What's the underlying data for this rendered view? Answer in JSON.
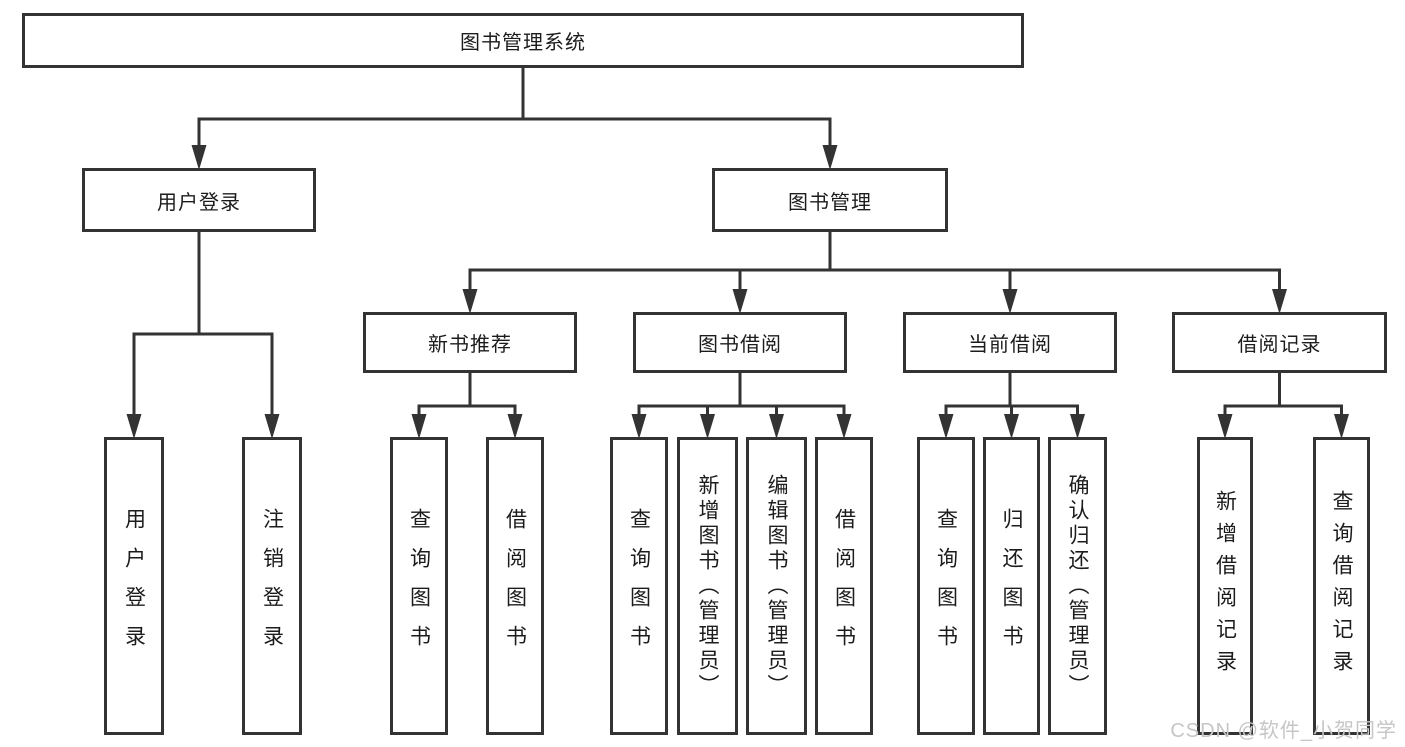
{
  "diagram": {
    "root_label": "图书管理系统",
    "branches": [
      {
        "label": "用户登录",
        "leaves": [
          "用户登录",
          "注销登录"
        ]
      },
      {
        "label": "图书管理",
        "modules": [
          {
            "label": "新书推荐",
            "leaves": [
              "查询图书",
              "借阅图书"
            ]
          },
          {
            "label": "图书借阅",
            "leaves": [
              "查询图书",
              "新增图书（管理员）",
              "编辑图书（管理员）",
              "借阅图书"
            ]
          },
          {
            "label": "当前借阅",
            "leaves": [
              "查询图书",
              "归还图书",
              "确认归还（管理员）"
            ]
          },
          {
            "label": "借阅记录",
            "leaves": [
              "新增借阅记录",
              "查询借阅记录"
            ]
          }
        ]
      }
    ]
  },
  "watermark": {
    "text": "CSDN @软件_小贺同学"
  },
  "colors": {
    "line": "#333333",
    "text": "#1c1c1c",
    "watermark": "#c6c6c6",
    "background": "#ffffff"
  }
}
